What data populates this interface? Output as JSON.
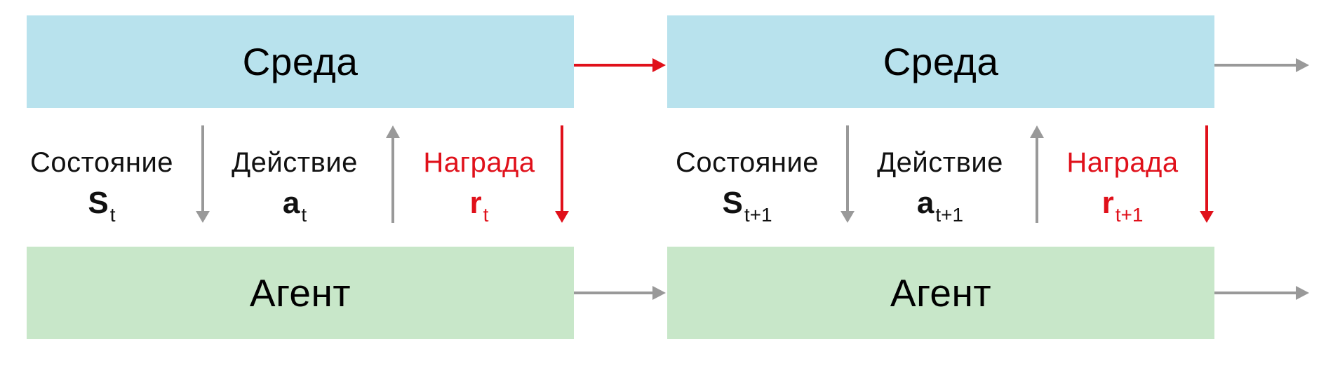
{
  "colors": {
    "environment_fill": "#b8e2ed",
    "agent_fill": "#c8e7c9",
    "neutral_arrow": "#999999",
    "reward_red": "#e0101a"
  },
  "steps": [
    {
      "environment_label": "Среда",
      "agent_label": "Агент",
      "state": {
        "title": "Состояние",
        "symbol": "S",
        "subscript": "t",
        "direction": "down"
      },
      "action": {
        "title": "Действие",
        "symbol": "a",
        "subscript": "t",
        "direction": "up"
      },
      "reward": {
        "title": "Награда",
        "symbol": "r",
        "subscript": "t",
        "direction": "down"
      },
      "env_transition_arrow": "red",
      "agent_transition_arrow": "gray"
    },
    {
      "environment_label": "Среда",
      "agent_label": "Агент",
      "state": {
        "title": "Состояние",
        "symbol": "S",
        "subscript": "t+1",
        "direction": "down"
      },
      "action": {
        "title": "Действие",
        "symbol": "a",
        "subscript": "t+1",
        "direction": "up"
      },
      "reward": {
        "title": "Награда",
        "symbol": "r",
        "subscript": "t+1",
        "direction": "down"
      },
      "env_transition_arrow": "gray",
      "agent_transition_arrow": "gray"
    }
  ]
}
